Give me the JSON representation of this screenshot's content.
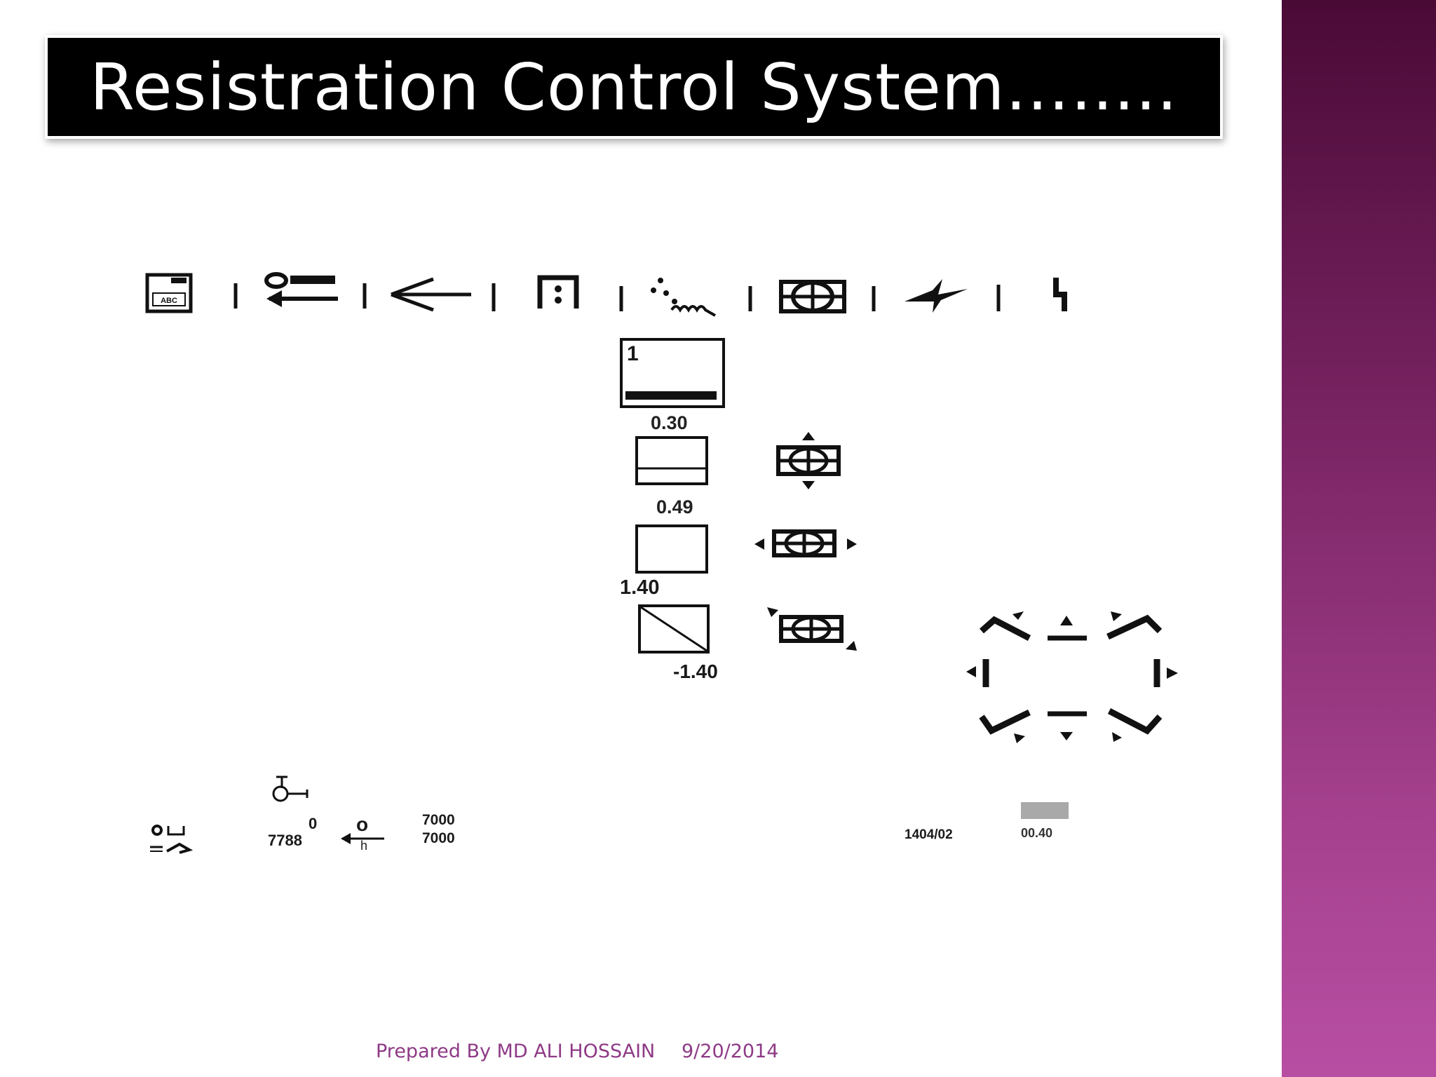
{
  "slide": {
    "title": "Resistration Control System……..",
    "footer_author": "Prepared By MD ALI HOSSAIN",
    "footer_date": "9/20/2014"
  },
  "panel": {
    "toolbar_icons": [
      "document-abc-icon",
      "oil-arrow-icon",
      "arrow-left-icon",
      "dots-frame-icon",
      "wave-dots-icon",
      "crosshair-register-icon",
      "fan-icon",
      "zigzag-icon"
    ],
    "preview_number": "1",
    "value_a": "0.30",
    "value_b": "0.49",
    "value_c": "1.40",
    "value_d": "-1.40",
    "counter_top": "0",
    "counter_bottom": "7788",
    "counter_o": "o",
    "counter_h": "h",
    "target_top": "7000",
    "target_bottom": "7000",
    "job_id": "1404/02",
    "time_value": "00.40"
  },
  "colors": {
    "title_bar": "#000000",
    "side_band": "#8c2f77",
    "footer_text": "#8e3a86"
  }
}
